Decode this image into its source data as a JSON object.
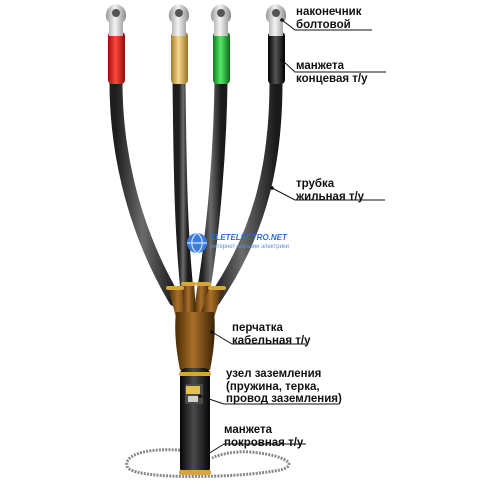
{
  "labels": {
    "lug": [
      "наконечник",
      "болтовой"
    ],
    "end_cuff": [
      "манжета",
      "концевая т/у"
    ],
    "core_tube": [
      "трубка",
      "жильная т/у"
    ],
    "glove": [
      "перчатка",
      "кабельная т/у"
    ],
    "ground_node": [
      "узел заземления",
      "(пружина,  терка,",
      "провод заземления)"
    ],
    "cover_cuff": [
      "манжета",
      "покровная т/у"
    ]
  },
  "watermark": {
    "name": "ELETELECTRO.NET",
    "tagline": "интернет-магазин электрики"
  },
  "colors": {
    "cuff_red": "#e8231f",
    "cuff_yellow": "#e9c25a",
    "cuff_green": "#27c23a",
    "cuff_black": "#1b1b1b",
    "core_tube": "#3a3a3a",
    "glove": "#7a4a10",
    "cover": "#1a1a1a",
    "lug": "#d8d8d8"
  }
}
